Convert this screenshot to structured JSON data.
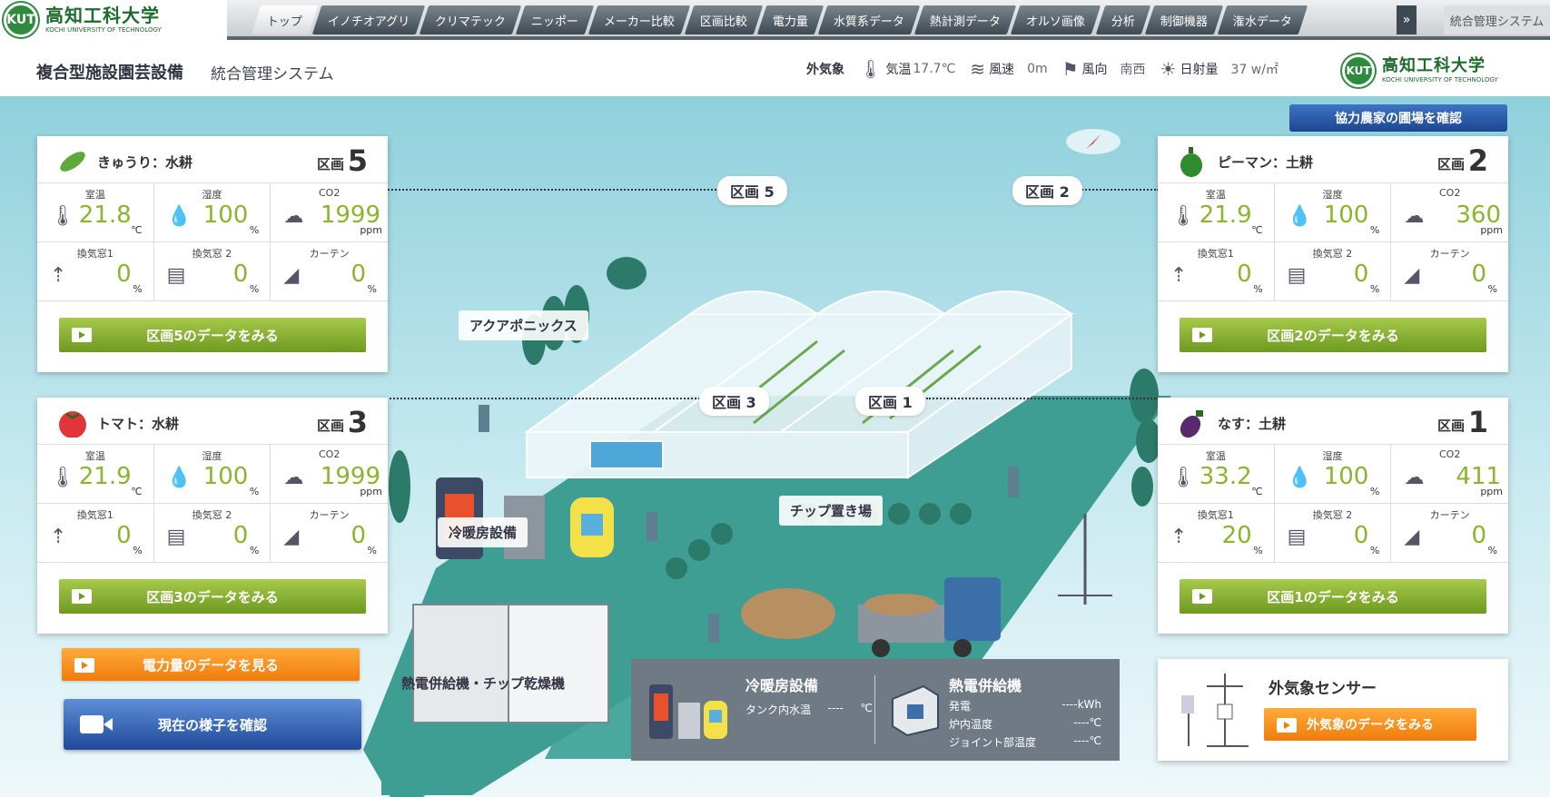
{
  "brand": {
    "jp": "高知工科大学",
    "en": "KOCHI UNIVERSITY OF TECHNOLOGY",
    "mark": "KUT"
  },
  "nav": {
    "tabs": [
      "トップ",
      "イノチオアグリ",
      "クリマテック",
      "ニッポー",
      "メーカー比較",
      "区画比較",
      "電力量",
      "水質系データ",
      "熱計測データ",
      "オルソ画像",
      "分析",
      "制御機器",
      "潅水データ"
    ],
    "active_tab": "トップ",
    "system_link": "統合管理システム"
  },
  "header": {
    "title": "複合型施設園芸設備",
    "subtitle": "統合管理システム",
    "weather": {
      "label": "外気象",
      "temp_label": "気温",
      "temp_value": "17.7℃",
      "wind_speed_label": "風速",
      "wind_speed_value": "0m",
      "wind_dir_label": "風向",
      "wind_dir_value": "南西",
      "solar_label": "日射量",
      "solar_value": "37 w/㎡"
    }
  },
  "scene": {
    "zone_labels": [
      "区画 5",
      "区画 2",
      "区画 3",
      "区画 1"
    ],
    "facilities": {
      "aquaponics": "アクアポニックス",
      "hvac": "冷暖房設備",
      "chip_yard": "チップ置き場",
      "chp_dryer": "熱電併給機・チップ乾燥機"
    }
  },
  "farm_button": "協力農家の圃場を確認",
  "cards": [
    {
      "crop": "きゅうり：水耕",
      "zone_word": "区画",
      "zone_num": "5",
      "crop_icon": "cucumber-icon",
      "temp": "21.8",
      "humidity": "100",
      "co2": "1999",
      "vent1": "0",
      "vent2": "0",
      "curtain": "0",
      "button": "区画5のデータをみる"
    },
    {
      "crop": "ピーマン：土耕",
      "zone_word": "区画",
      "zone_num": "2",
      "crop_icon": "pepper-icon",
      "temp": "21.9",
      "humidity": "100",
      "co2": "360",
      "vent1": "0",
      "vent2": "0",
      "curtain": "0",
      "button": "区画2のデータをみる"
    },
    {
      "crop": "トマト：水耕",
      "zone_word": "区画",
      "zone_num": "3",
      "crop_icon": "tomato-icon",
      "temp": "21.9",
      "humidity": "100",
      "co2": "1999",
      "vent1": "0",
      "vent2": "0",
      "curtain": "0",
      "button": "区画3のデータをみる"
    },
    {
      "crop": "なす：土耕",
      "zone_word": "区画",
      "zone_num": "1",
      "crop_icon": "eggplant-icon",
      "temp": "33.2",
      "humidity": "100",
      "co2": "411",
      "vent1": "20",
      "vent2": "0",
      "curtain": "0",
      "button": "区画1のデータをみる"
    }
  ],
  "labels": {
    "temp": "室温",
    "humidity": "湿度",
    "co2": "CO2",
    "vent1": "換気窓1",
    "vent2": "換気窓 2",
    "curtain": "カーテン",
    "unit_c": "℃",
    "unit_pct": "%",
    "unit_ppm": "ppm"
  },
  "buttons": {
    "power": "電力量のデータを見る",
    "live": "現在の様子を確認"
  },
  "info_panel": {
    "hvac_title": "冷暖房設備",
    "tank_label": "タンク内水温",
    "tank_value": "----",
    "tank_unit": "℃",
    "chp_title": "熱電併給機",
    "rows": [
      {
        "label": "発電",
        "value": "----kWh"
      },
      {
        "label": "炉内温度",
        "value": "----℃"
      },
      {
        "label": "ジョイント部温度",
        "value": "----℃"
      }
    ]
  },
  "sensor": {
    "title": "外気象センサー",
    "button": "外気象のデータをみる"
  },
  "colors": {
    "accent_green": "#8ab52d",
    "button_orange": "#f07c0c",
    "button_blue": "#21499a",
    "ground_teal": "#3f9e94"
  }
}
